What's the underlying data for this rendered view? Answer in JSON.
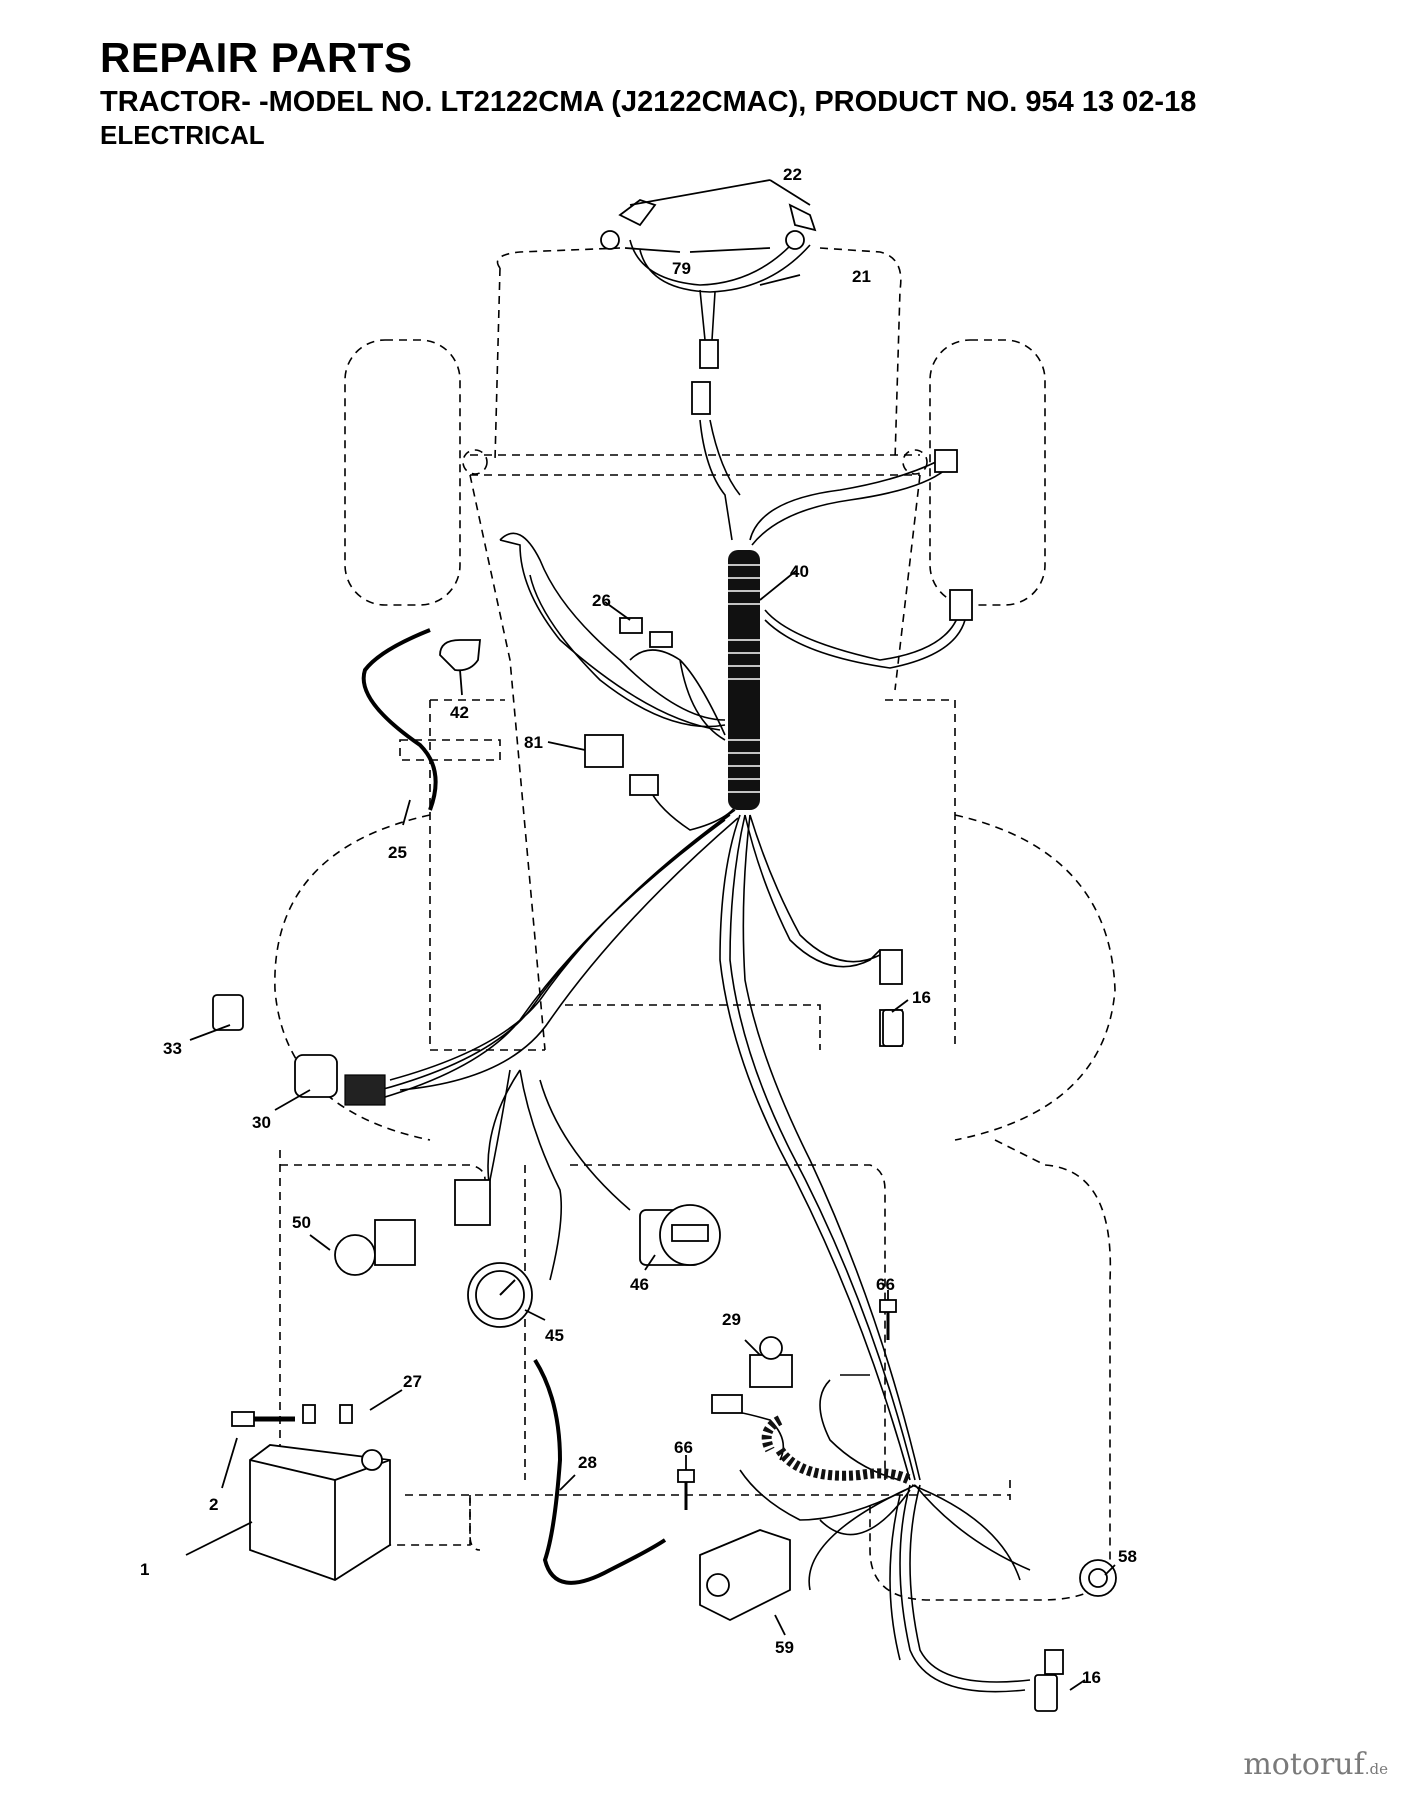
{
  "header": {
    "title": "REPAIR PARTS",
    "subtitle": " TRACTOR- -MODEL NO. LT2122CMA (J2122CMAC), PRODUCT NO. 954 13 02-18",
    "section": "ELECTRICAL"
  },
  "callouts": [
    "22",
    "79",
    "21",
    "40",
    "26",
    "42",
    "81",
    "25",
    "16",
    "33",
    "30",
    "50",
    "46",
    "45",
    "66",
    "29",
    "27",
    "28",
    "2",
    "66",
    "1",
    "59",
    "58",
    "16"
  ],
  "watermark": {
    "brand": "motoruf",
    "suffix": ".de"
  }
}
